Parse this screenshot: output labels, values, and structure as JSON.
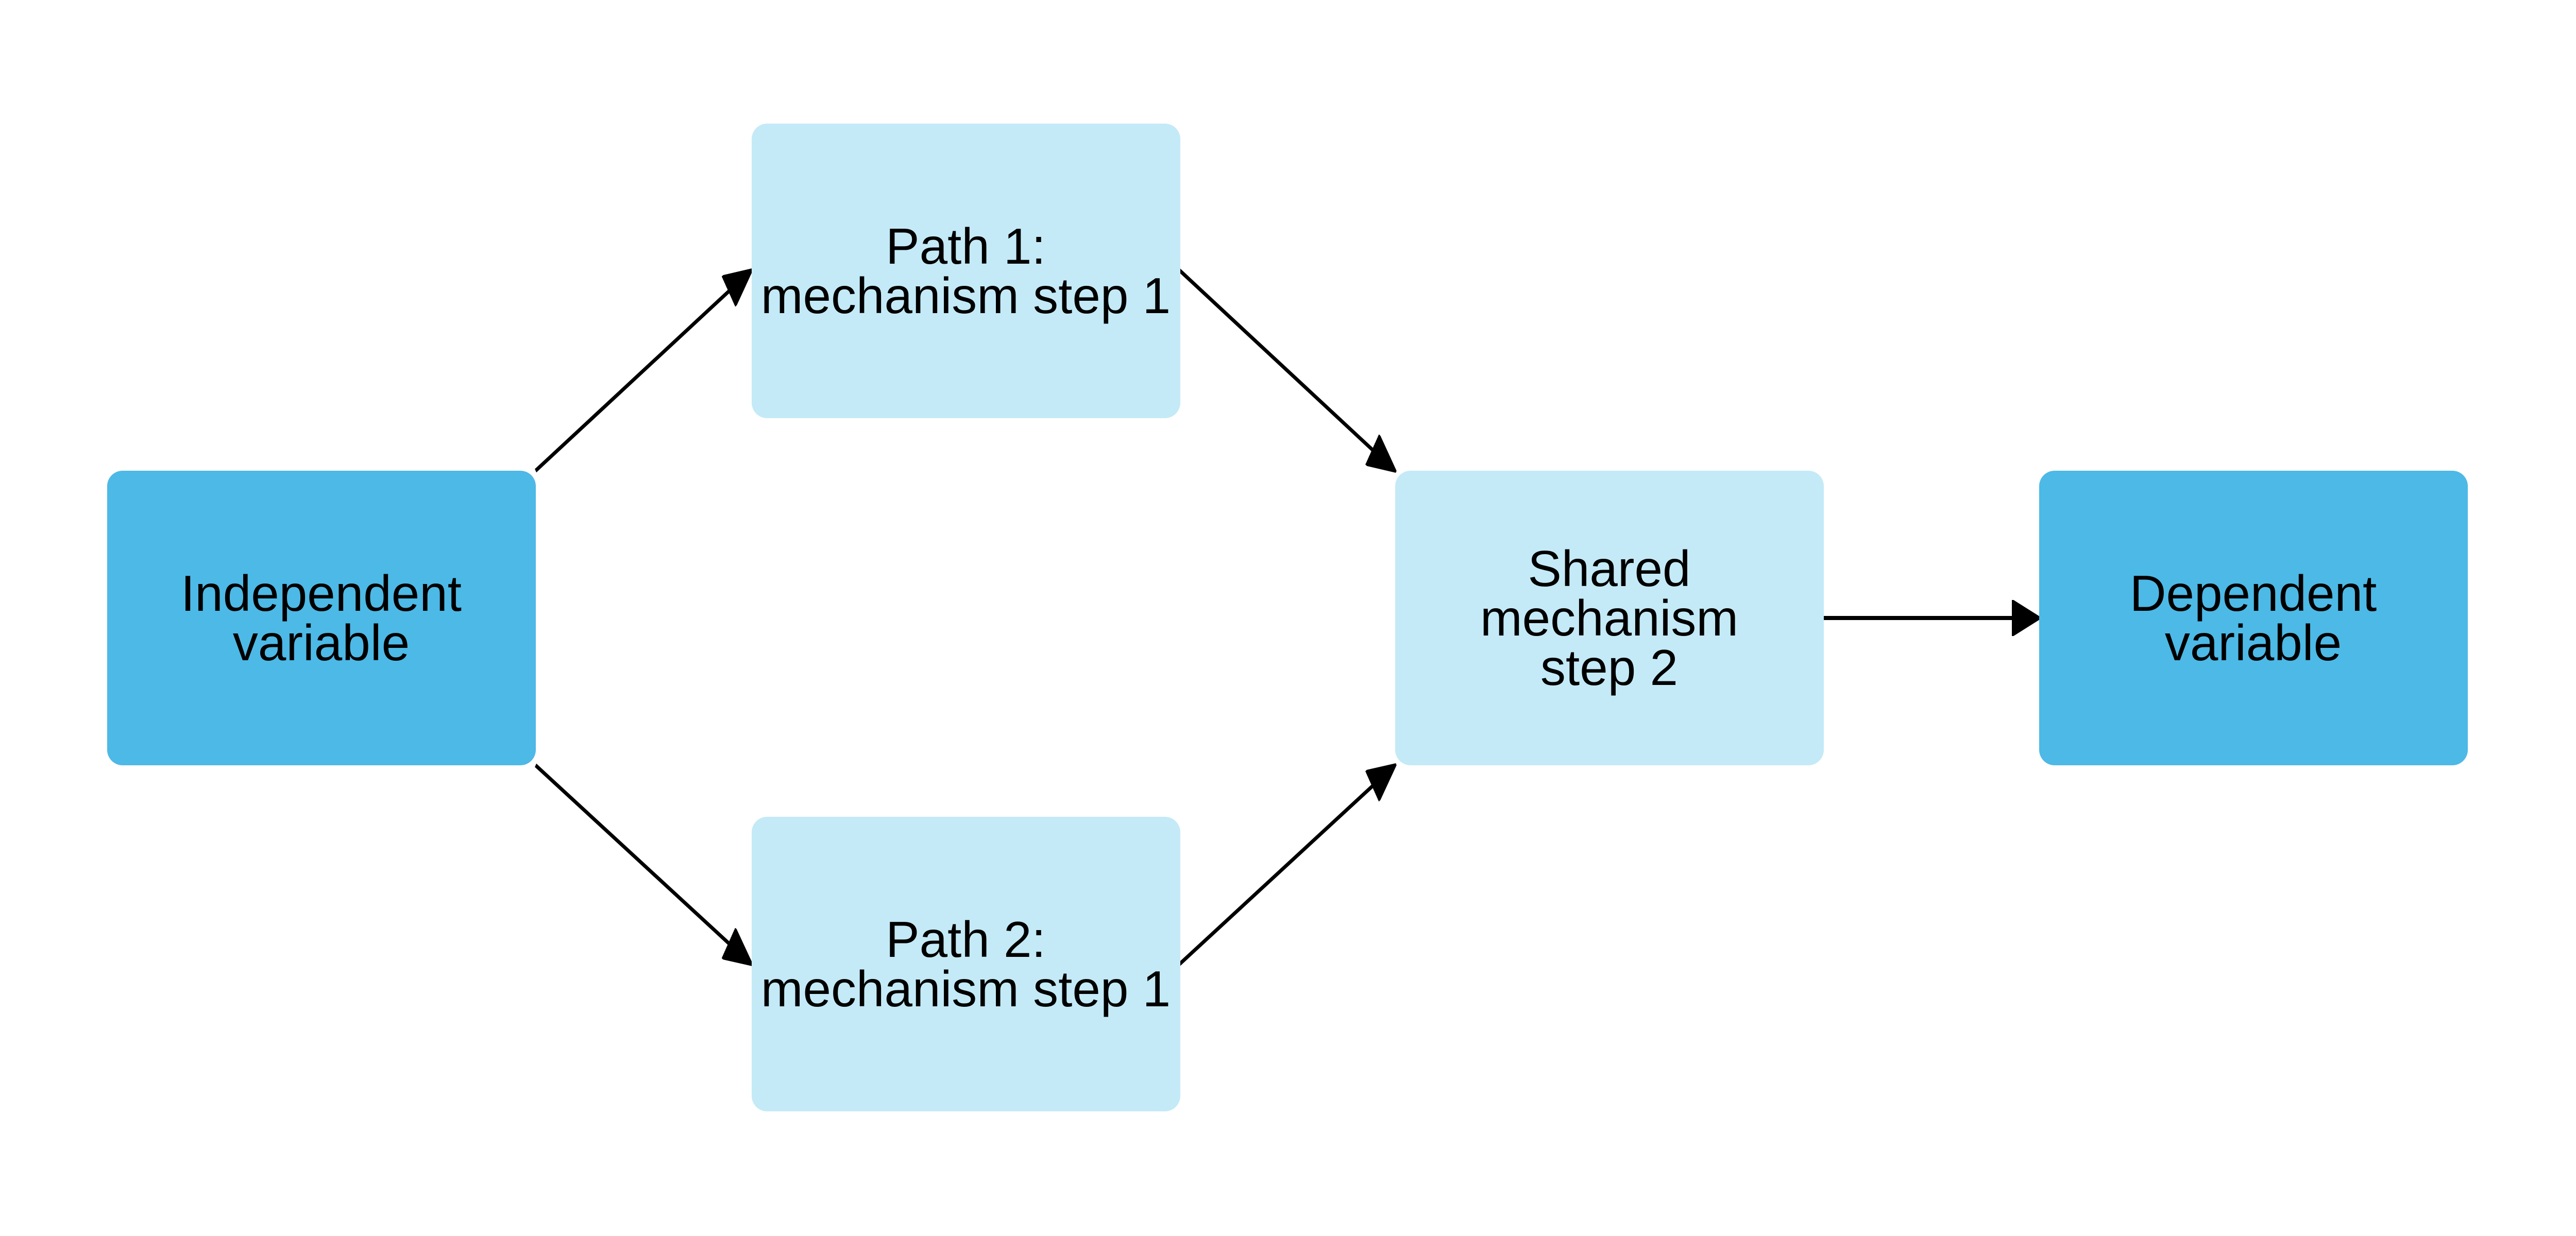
{
  "colors": {
    "primary_node": "#4DB9E6",
    "secondary_node": "#C4EAF7",
    "edge": "#000000"
  },
  "nodes": [
    {
      "id": "independent",
      "lines": [
        "Independent",
        "variable"
      ],
      "style": "primary"
    },
    {
      "id": "path1",
      "lines": [
        "Path 1:",
        "mechanism step 1"
      ],
      "style": "secondary"
    },
    {
      "id": "path2",
      "lines": [
        "Path 2:",
        "mechanism step 1"
      ],
      "style": "secondary"
    },
    {
      "id": "shared",
      "lines": [
        "Shared mechanism",
        "step 2"
      ],
      "style": "secondary"
    },
    {
      "id": "dependent",
      "lines": [
        "Dependent",
        "variable"
      ],
      "style": "primary"
    }
  ],
  "edges": [
    {
      "from": "independent",
      "to": "path1"
    },
    {
      "from": "independent",
      "to": "path2"
    },
    {
      "from": "path1",
      "to": "shared"
    },
    {
      "from": "path2",
      "to": "shared"
    },
    {
      "from": "shared",
      "to": "dependent"
    }
  ]
}
